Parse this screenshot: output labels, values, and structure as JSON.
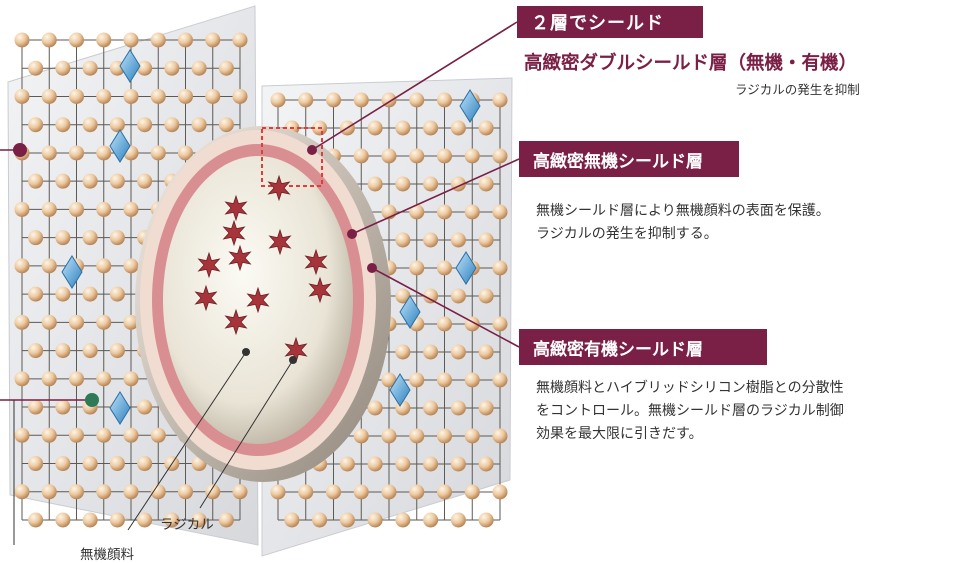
{
  "badges": {
    "double_shield": "２層でシールド",
    "inorganic": "高緻密無機シールド層",
    "organic": "高緻密有機シールド層"
  },
  "double_layer": {
    "title": "高緻密ダブルシールド層（無機・有機）",
    "note": "ラジカルの発生を抑制"
  },
  "inorganic_desc": [
    "無機シールド層により無機顔料の表面を保護。",
    "ラジカルの発生を抑制する。"
  ],
  "organic_desc": [
    "無機顔料とハイブリッドシリコン樹脂との分散性",
    "をコントロール。無機シールド層のラジカル制御",
    "効果を最大限に引きだす。"
  ],
  "labels": {
    "radical": "ラジカル",
    "pigment": "無機顔料"
  },
  "colors": {
    "accent": "#7a1f45",
    "molecule": "#ecc9a0",
    "crystal": "#4a9fd4",
    "radical": "#a6343a",
    "inorganic_layer": "#d98f92",
    "organic_layer": "#f1dcd1"
  }
}
